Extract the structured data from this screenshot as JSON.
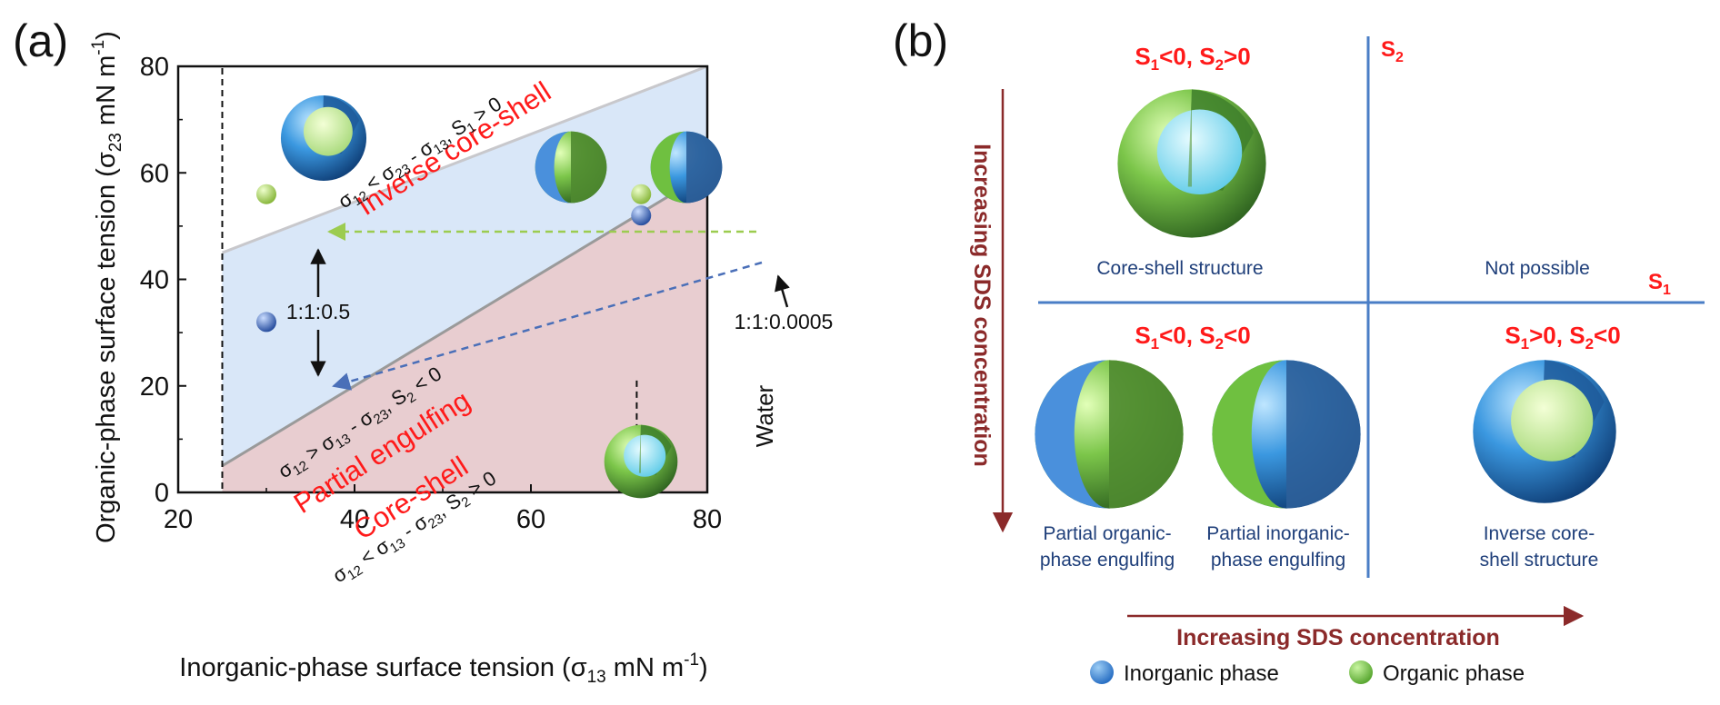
{
  "panel_a": {
    "label": "(a)",
    "xlabel": "Inorganic-phase surface tension (σ",
    "xlabel_sub": "13",
    "xlabel_end": " mN m",
    "xlabel_sup": "-1",
    "xlabel_close": ")",
    "ylabel": "Organic-phase surface tension (σ",
    "ylabel_sub": "23",
    "ylabel_end": " mN m",
    "ylabel_sup": "-1",
    "ylabel_close": ")",
    "region_inverse": "Inverse core-shell",
    "region_partial": "Partial engulfing",
    "region_core": "Core-shell",
    "ratio_1": "1:1:0.5",
    "ratio_2": "1:1:0.0005",
    "water": "Water",
    "cond_inverse": [
      "σ",
      "12",
      " < σ",
      "23",
      " - σ",
      "13",
      ", S",
      "1",
      " > 0"
    ],
    "cond_partial": [
      "σ",
      "12",
      " > σ",
      "13",
      " - σ",
      "23",
      ", S",
      "2",
      " < 0"
    ],
    "cond_core": [
      "σ",
      "12",
      " < σ",
      "13",
      " - σ",
      "23",
      ", S",
      "2",
      " > 0"
    ]
  },
  "chart_data": {
    "type": "scatter",
    "xlabel": "Inorganic-phase surface tension (σ13 mN m-1)",
    "ylabel": "Organic-phase surface tension (σ23 mN m-1)",
    "xlim": [
      20,
      80
    ],
    "ylim": [
      0,
      80
    ],
    "xticks": [
      20,
      40,
      60,
      80
    ],
    "yticks": [
      0,
      20,
      40,
      60,
      80
    ],
    "boundary_upper": [
      [
        25,
        45
      ],
      [
        80,
        80
      ]
    ],
    "boundary_lower": [
      [
        25,
        5
      ],
      [
        80,
        60
      ]
    ],
    "vertical_dashed_x": [
      25,
      72
    ],
    "series": [
      {
        "name": "green",
        "color": "#9ccc50",
        "points": [
          [
            30,
            56
          ],
          [
            72.5,
            56
          ]
        ]
      },
      {
        "name": "blue",
        "color": "#3b64b4",
        "points": [
          [
            30,
            32
          ],
          [
            72.5,
            52
          ]
        ]
      }
    ]
  },
  "panel_b": {
    "label": "(b)",
    "axis_s1": "S",
    "axis_s1_sub": "1",
    "axis_s2": "S",
    "axis_s2_sub": "2",
    "q_tl": [
      "S",
      "1",
      "<0, S",
      "2",
      ">0"
    ],
    "q_bl": [
      "S",
      "1",
      "<0, S",
      "2",
      "<0"
    ],
    "q_br": [
      "S",
      "1",
      ">0, S",
      "2",
      "<0"
    ],
    "label_core_shell": "Core-shell structure",
    "label_not_possible": "Not possible",
    "label_partial_org_1": "Partial organic-",
    "label_partial_org_2": "phase engulfing",
    "label_partial_inorg_1": "Partial inorganic-",
    "label_partial_inorg_2": "phase engulfing",
    "label_inverse_1": "Inverse core-",
    "label_inverse_2": "shell structure",
    "arrow_vertical": "Increasing SDS concentration",
    "arrow_horizontal": "Increasing SDS concentration",
    "legend": [
      {
        "label": "Inorganic phase",
        "color": "#3a8ad8"
      },
      {
        "label": "Organic phase",
        "color": "#7cc64a"
      }
    ]
  },
  "colors": {
    "inverse_region": "#d9e7f8",
    "core_region": "#e8cdd0",
    "boundary": "#9a9a9a",
    "red_text": "#ff1a1a",
    "blue_text": "#1f3f7a",
    "dark_red": "#8b2a2a",
    "axis_blue": "#4a7ec6"
  }
}
